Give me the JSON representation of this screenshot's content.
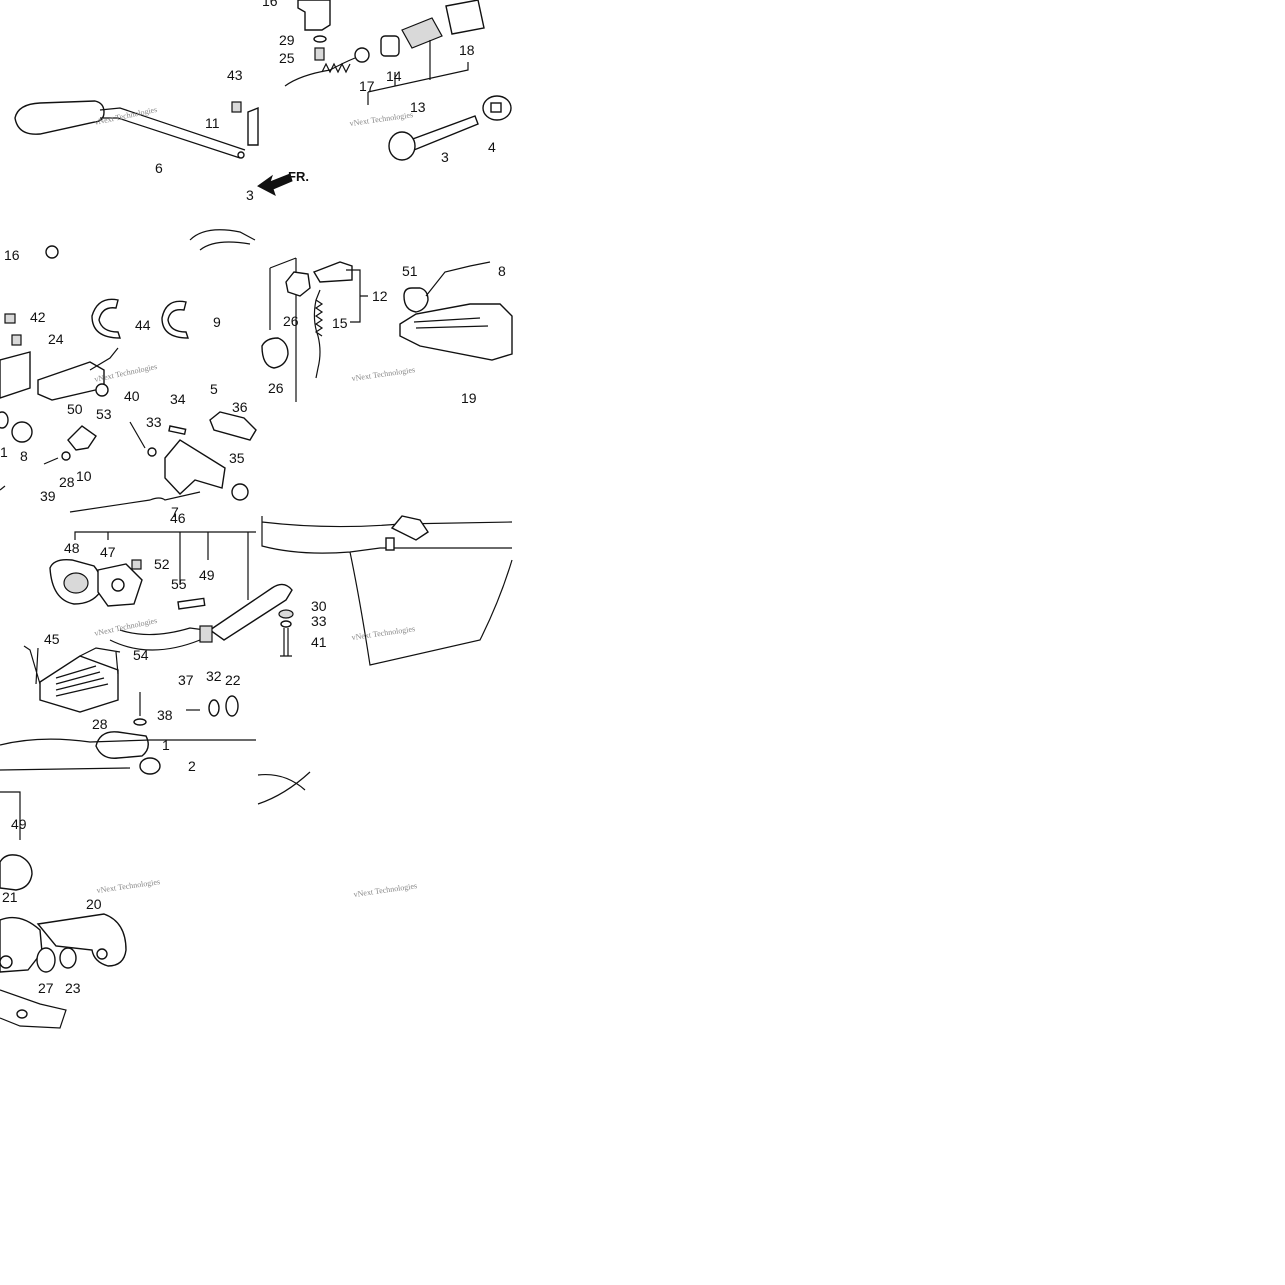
{
  "diagram": {
    "direction_arrow_label": "FR.",
    "watermark_text": "vNext Technologies",
    "tiles": [
      {
        "id": "tile-1",
        "callouts": [
          "16",
          "29",
          "25",
          "17",
          "14",
          "18",
          "13",
          "43",
          "11",
          "6",
          "3",
          "3",
          "4"
        ],
        "watermarks": 2
      },
      {
        "id": "tile-2",
        "callouts": [
          "16",
          "42",
          "24",
          "44",
          "9",
          "50",
          "53",
          "5",
          "36",
          "40",
          "34",
          "33",
          "8",
          "35",
          "39",
          "28",
          "10",
          "1",
          "7",
          "12",
          "15",
          "26",
          "26",
          "51",
          "8",
          "19"
        ],
        "watermarks": 2
      },
      {
        "id": "tile-3",
        "callouts": [
          "46",
          "48",
          "47",
          "52",
          "55",
          "49",
          "45",
          "54",
          "37",
          "32",
          "22",
          "38",
          "28",
          "1",
          "2",
          "30",
          "33",
          "41"
        ],
        "watermarks": 2
      },
      {
        "id": "tile-4",
        "callouts": [
          "49",
          "21",
          "20",
          "27",
          "23"
        ],
        "watermarks": 2
      }
    ]
  }
}
